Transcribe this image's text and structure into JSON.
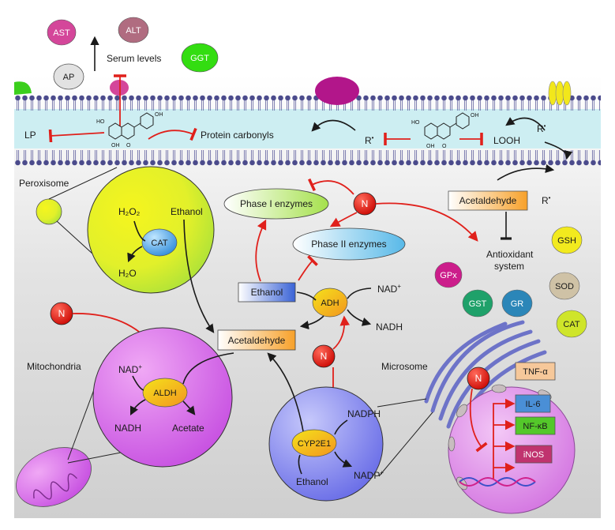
{
  "serum": {
    "label": "Serum levels",
    "enzymes": [
      {
        "label": "AST",
        "color": "#d4469a"
      },
      {
        "label": "ALT",
        "color": "#b06c80"
      },
      {
        "label": "AP",
        "color": "#dddddd"
      },
      {
        "label": "GGT",
        "color": "#33dd11"
      }
    ]
  },
  "membrane": {
    "lp": "LP",
    "protein_carbonyls": "Protein carbonyls",
    "radical": "R",
    "looh": "LOOH"
  },
  "flavonoid_atoms": {
    "ho": "HO",
    "oh": "OH",
    "o": "O"
  },
  "peroxisome": {
    "title": "Peroxisome",
    "h2o2": "H₂O₂",
    "ethanol": "Ethanol",
    "enzyme": "CAT",
    "h2o": "H₂O"
  },
  "metabolism": {
    "phase1": "Phase I enzymes",
    "phase2": "Phase II enzymes",
    "ethanol": "Ethanol",
    "adh": "ADH",
    "nad": "NAD",
    "nadh": "NADH",
    "acetaldehyde": "Acetaldehyde",
    "naringenin": "N"
  },
  "antioxidant": {
    "acetaldehyde": "Acetaldehyde",
    "system_line1": "Antioxidant",
    "system_line2": "system",
    "enzymes": [
      {
        "label": "GSH",
        "color": "#f2ea1e"
      },
      {
        "label": "GPx",
        "color": "#cc1d8b"
      },
      {
        "label": "SOD",
        "color": "#cfc2a6"
      },
      {
        "label": "GST",
        "color": "#1fa16a"
      },
      {
        "label": "GR",
        "color": "#2b86b8"
      },
      {
        "label": "CAT",
        "color": "#cfe52a"
      }
    ]
  },
  "mitochondria": {
    "title": "Mitochondria",
    "nad": "NAD",
    "enzyme": "ALDH",
    "nadh": "NADH",
    "acetate": "Acetate"
  },
  "microsome": {
    "title": "Microsome",
    "nadph": "NADPH",
    "enzyme": "CYP2E1",
    "ethanol": "Ethanol",
    "nadp": "NADP"
  },
  "nucleus": {
    "cytokines": [
      {
        "label": "TNF-α",
        "color": "#f6c89a"
      },
      {
        "label": "IL-6",
        "color": "#4a8fd6"
      },
      {
        "label": "NF-κB",
        "color": "#54c82a"
      },
      {
        "label": "iNOS",
        "color": "#c0336e"
      }
    ]
  },
  "colors": {
    "inhibit_red": "#e0201b",
    "membrane_fill": "#cdeef2",
    "lipid_head": "#4a4a8a",
    "cytoplasm": "#dcdcdc"
  }
}
